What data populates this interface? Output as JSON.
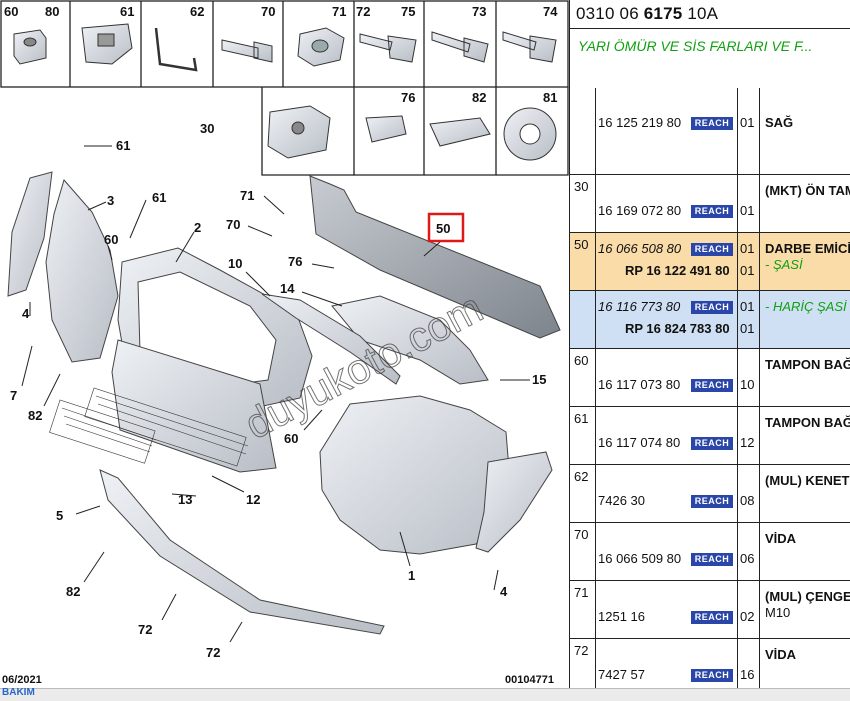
{
  "header": {
    "ref_prefix": "0310 06 ",
    "ref_bold": "6175",
    "ref_suffix": " 10A",
    "description": "YARI ÖMÜR VE SİS FARLARI VE F..."
  },
  "thumbnails": [
    "60",
    "80",
    "61",
    "62",
    "70",
    "71",
    "72",
    "75",
    "73",
    "74",
    "30",
    "76",
    "82",
    "81"
  ],
  "callouts": [
    "61",
    "3",
    "61",
    "2",
    "60",
    "71",
    "70",
    "50",
    "4",
    "10",
    "76",
    "14",
    "7",
    "82",
    "15",
    "60",
    "13",
    "12",
    "5",
    "1",
    "82",
    "4",
    "72",
    "72"
  ],
  "diagram_footer": {
    "date": "06/2021",
    "code": "00104771"
  },
  "watermark": "duyukoto.com",
  "reach_label": "REACH",
  "rows": [
    {
      "key": "",
      "pn": "16 125 219 80",
      "qty": "01",
      "desc": "SAĞ"
    },
    {
      "key": "30",
      "pn": "16 169 072 80",
      "qty": "01",
      "desc": "(MKT) ÖN TAM"
    },
    {
      "key": "50",
      "pn": "16 066 508 80",
      "qty": "01",
      "rp": "RP 16 122 491 80",
      "rp_qty": "01",
      "desc": "DARBE EMİCİS",
      "sub": "- ŞASİ"
    },
    {
      "key": "",
      "pn": "16 116 773 80",
      "qty": "01",
      "rp": "RP 16 824 783 80",
      "rp_qty": "01",
      "desc": "- HARİÇ ŞASİ"
    },
    {
      "key": "60",
      "pn": "16 117 073 80",
      "qty": "10",
      "desc": "TAMPON BAĞ"
    },
    {
      "key": "61",
      "pn": "16 117 074 80",
      "qty": "12",
      "desc": "TAMPON BAĞ"
    },
    {
      "key": "62",
      "pn": "7426 30",
      "qty": "08",
      "desc": "(MUL) KENET"
    },
    {
      "key": "70",
      "pn": "16 066 509 80",
      "qty": "06",
      "desc": "VİDA"
    },
    {
      "key": "71",
      "pn": "1251 16",
      "qty": "02",
      "desc": "(MUL) ÇENGEL",
      "desc2": "M10"
    },
    {
      "key": "72",
      "pn": "7427 57",
      "qty": "16",
      "desc": "VİDA"
    }
  ],
  "bottom_tab": "BAKIM"
}
